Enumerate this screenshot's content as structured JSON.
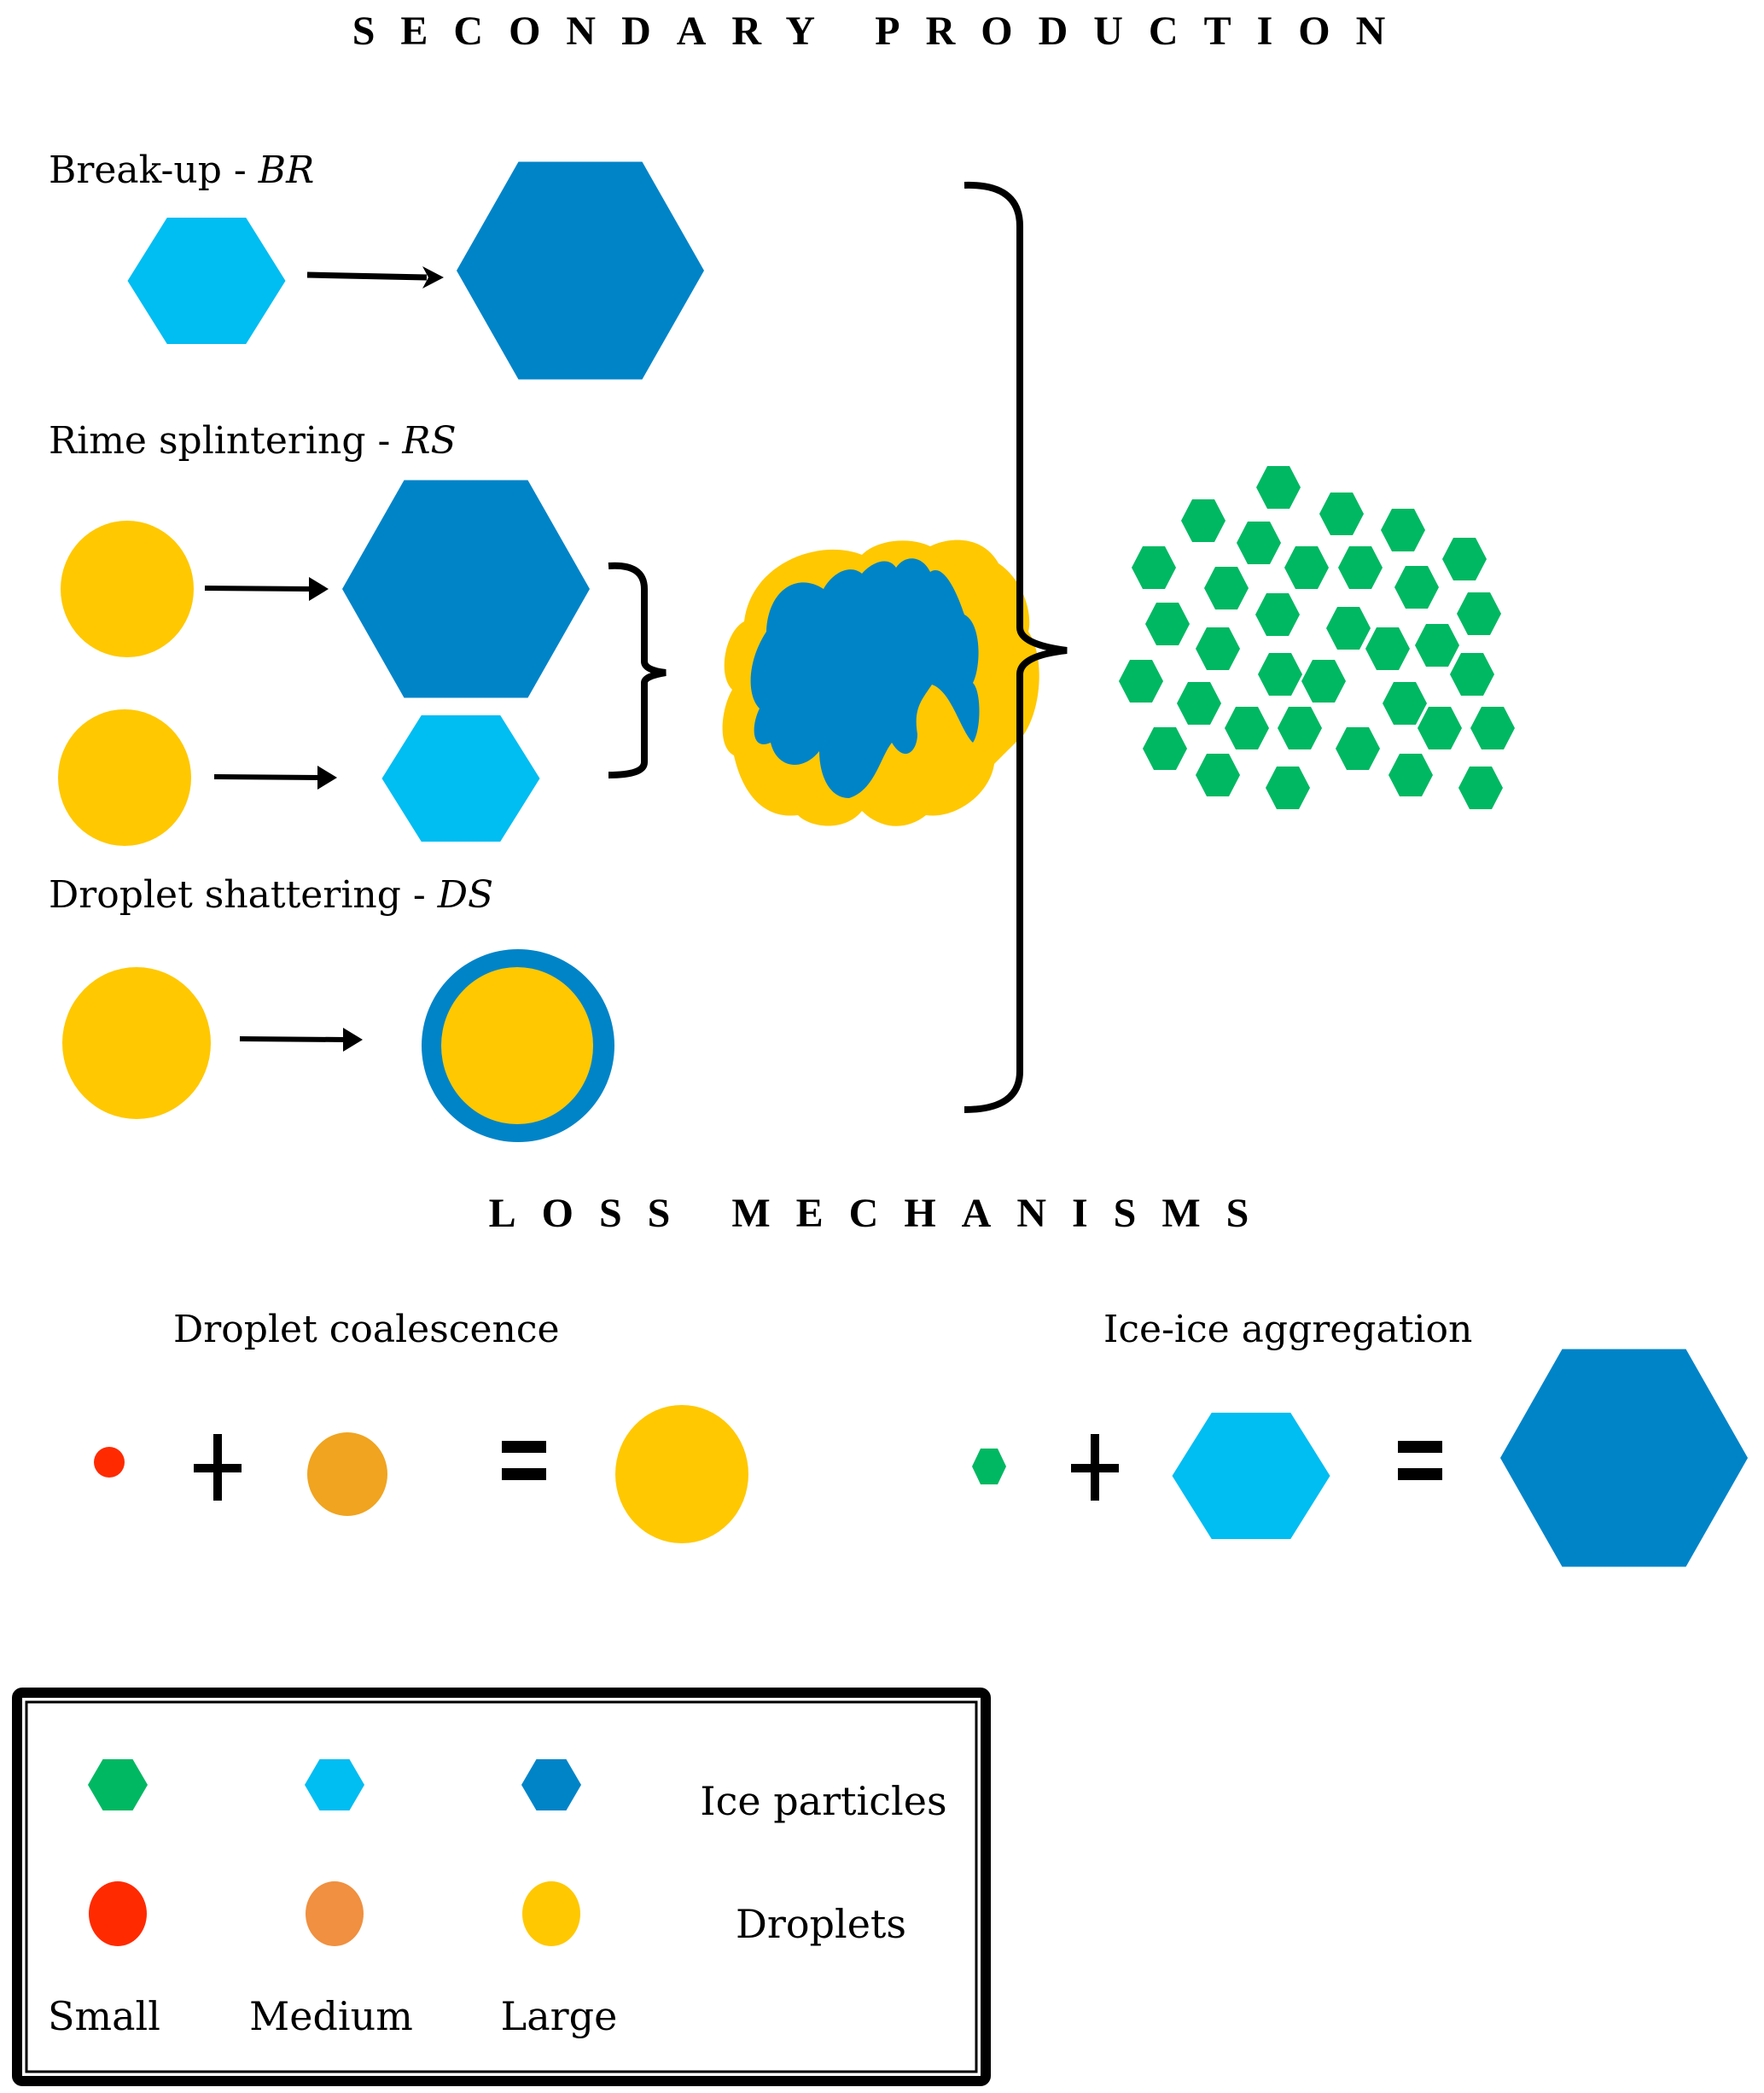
{
  "colors": {
    "ice_small": "#00b862",
    "ice_medium": "#00bdf2",
    "ice_large": "#0084c8",
    "droplet_small": "#ff2a00",
    "droplet_medium": "#f09040",
    "droplet_medium_coalescence": "#f0a420",
    "droplet_large": "#ffc800",
    "ink": "#000000"
  },
  "secondary_production": {
    "title": "SECONDARY PRODUCTION",
    "breakup": {
      "label": "Break-up - ",
      "abbr": "BR"
    },
    "rime_splintering": {
      "label": "Rime splintering - ",
      "abbr": "RS"
    },
    "droplet_shattering": {
      "label": "Droplet shattering - ",
      "abbr": "DS"
    }
  },
  "loss_mechanisms": {
    "title": "LOSS MECHANISMS",
    "droplet_coalescence": {
      "label": "Droplet coalescence",
      "plus": "+",
      "equals": "="
    },
    "ice_aggregation": {
      "label": "Ice-ice aggregation",
      "plus": "+",
      "equals": "="
    }
  },
  "legend": {
    "rows": [
      {
        "label": "Ice particles",
        "shape": "hexagon"
      },
      {
        "label": "Droplets",
        "shape": "circle"
      }
    ],
    "sizes": [
      "Small",
      "Medium",
      "Large"
    ]
  }
}
